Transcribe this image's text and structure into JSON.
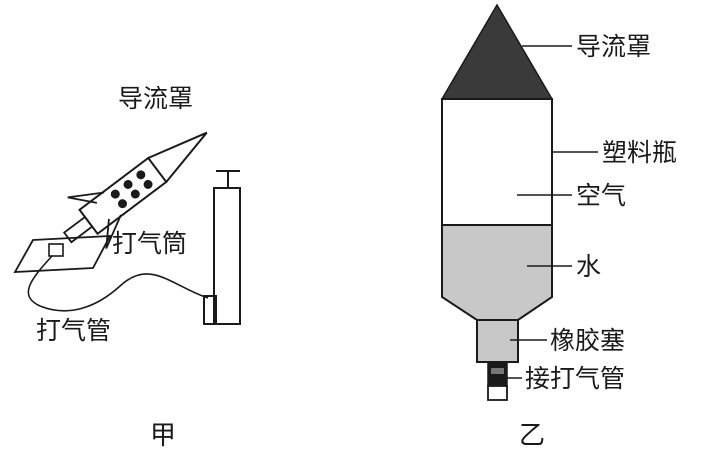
{
  "colors": {
    "ink": "#1a1a1a",
    "cone": "#3a3a3a",
    "water": "#c8c8c8",
    "paper": "#ffffff"
  },
  "figure_a": {
    "caption": "甲",
    "labels": {
      "fairing": "导流罩",
      "pump": "打气筒",
      "pump_tube": "打气管"
    }
  },
  "figure_b": {
    "caption": "乙",
    "labels": {
      "fairing": "导流罩",
      "bottle": "塑料瓶",
      "air": "空气",
      "water": "水",
      "stopper": "橡胶塞",
      "connector": "接打气管"
    }
  }
}
